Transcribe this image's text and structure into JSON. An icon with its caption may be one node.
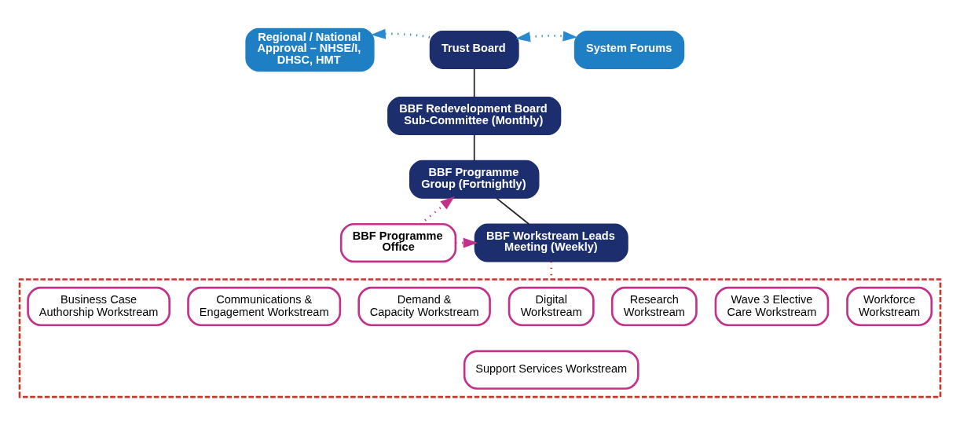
{
  "diagram": {
    "nodes": [
      {
        "text": [
          "Regional / National Approval – NHSE/I, DHSC, HMT"
        ]
      },
      {
        "text": [
          "Trust Board"
        ]
      },
      {
        "text": [
          "System Forums"
        ]
      },
      {
        "text": [
          "BBF Redevelopment Board Sub-Committee (Monthly)"
        ]
      },
      {
        "text": [
          "BBF Programme Group (Fortnightly)"
        ]
      },
      {
        "text": [
          "BBF Programme Office"
        ]
      },
      {
        "text": [
          "BBF Workstream Leads Meeting (Weekly)"
        ]
      },
      {
        "text": [],
        "shape": "box"
      },
      {
        "text": [
          "Business Case Authorship Workstream"
        ],
        "in": 7
      },
      {
        "text": [
          "Communications & Engagement Workstream"
        ],
        "in": 7
      },
      {
        "text": [
          "Demand & Capacity Workstream"
        ],
        "in": 7
      },
      {
        "text": [
          "Digital Workstream"
        ],
        "in": 7
      },
      {
        "text": [
          "Research Workstream"
        ],
        "in": 7
      },
      {
        "text": [
          "Wave 3 Elective Care Workstream"
        ],
        "in": 7
      },
      {
        "text": [
          "Workforce Workstream"
        ],
        "in": 7
      },
      {
        "text": [
          "Support Services Workstream"
        ],
        "in": 7
      }
    ],
    "edges": [
      {
        "from": 1,
        "to": 0,
        "arrow": "to",
        "style": "dashed",
        "color": "#2a8ad0"
      },
      {
        "from": 1,
        "to": 2,
        "arrow": "both",
        "style": "dashed",
        "color": "#2a8ad0"
      },
      {
        "from": 1,
        "to": 3,
        "arrow": "none"
      },
      {
        "from": 3,
        "to": 4,
        "arrow": "none"
      },
      {
        "from": 4,
        "to": 6,
        "arrow": "none"
      },
      {
        "from": 5,
        "to": 4,
        "arrow": "to",
        "style": "dashed",
        "color": "#c2328a"
      },
      {
        "from": 5,
        "to": 6,
        "arrow": "to",
        "style": "dashed",
        "color": "#c2328a"
      },
      {
        "from": 6,
        "to": 7,
        "arrow": "none",
        "style": "dashed",
        "color": "#c0392b"
      }
    ]
  }
}
